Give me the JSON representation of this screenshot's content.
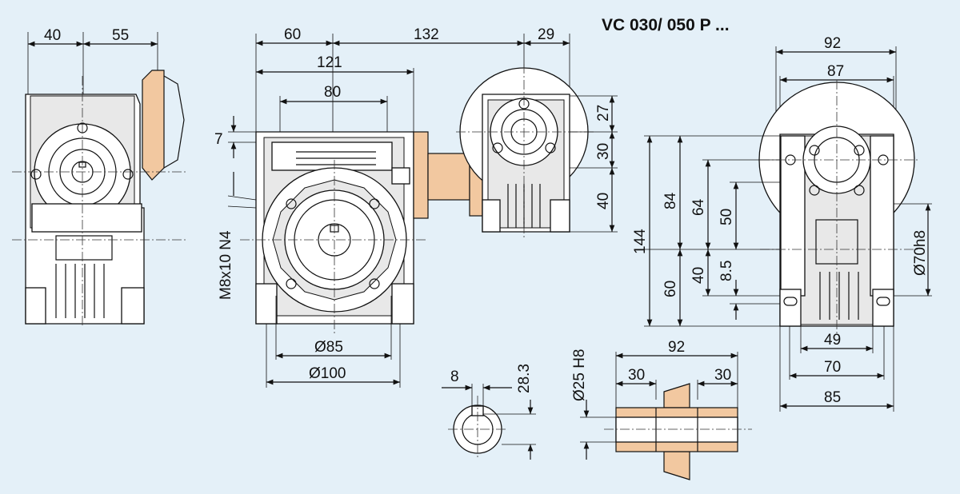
{
  "title": "VC 030/ 050 P ...",
  "left_view": {
    "dims": [
      "40",
      "55"
    ]
  },
  "front_view": {
    "top_dims": [
      "60",
      "132",
      "29",
      "121",
      "80"
    ],
    "side_dims": [
      "7",
      "M8x10 N4"
    ],
    "bottom_dims": [
      "Ø85",
      "Ø100"
    ],
    "right_dims": [
      "27",
      "30",
      "40"
    ]
  },
  "right_view": {
    "top_dims": [
      "92",
      "87"
    ],
    "vertical_dims": [
      "144",
      "84",
      "64",
      "50",
      "60",
      "40",
      "8.5"
    ],
    "bottom_dims": [
      "49",
      "70",
      "85"
    ],
    "side_dims": [
      "Ø70h8"
    ]
  },
  "shaft_key": {
    "dims": [
      "8",
      "28.3"
    ]
  },
  "hollow_shaft": {
    "dims": [
      "92",
      "30",
      "30",
      "Ø25 H8"
    ]
  },
  "colors": {
    "background": "#e4f0f8",
    "flange": "#f2c8a0",
    "line": "#111111"
  }
}
